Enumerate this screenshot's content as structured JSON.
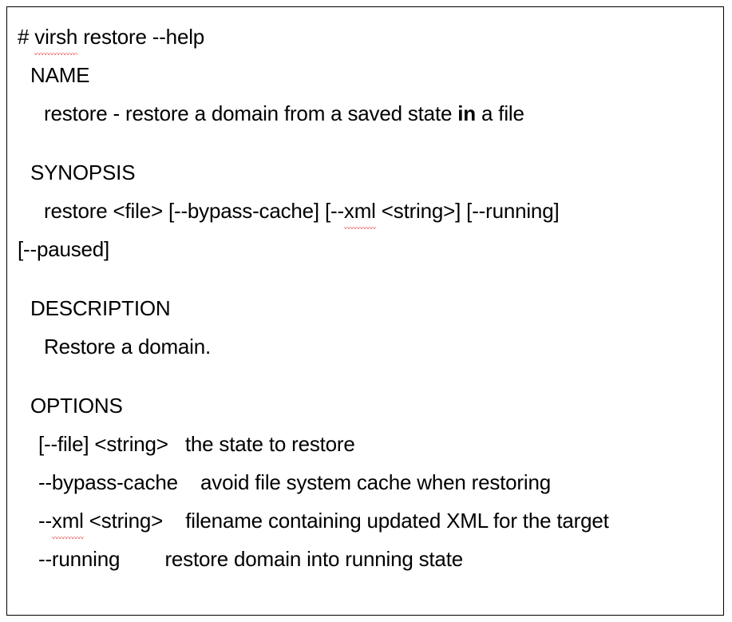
{
  "document": {
    "kind": "terminal-help-output",
    "border_color": "#000000",
    "background_color": "#ffffff",
    "text_color": "#000000",
    "spellcheck_underline_color": "#e02020"
  },
  "command_line": {
    "prompt": "#",
    "command": "virsh restore --help",
    "full": "# virsh restore --help",
    "misspelled_word": "virsh"
  },
  "sections": {
    "name": {
      "heading": "NAME",
      "body_prefix": "restore - restore a domain from a saved state ",
      "body_bold": "in",
      "body_suffix": " a file"
    },
    "synopsis": {
      "heading": "SYNOPSIS",
      "line_part_1": "restore <file> [--bypass-cache] [--",
      "line_misspelled": "xml",
      "line_part_2": " <string>] [--running]",
      "wrapped_line": "[--paused]"
    },
    "description": {
      "heading": "DESCRIPTION",
      "body": "Restore a domain."
    },
    "options": {
      "heading": "OPTIONS",
      "entries": [
        {
          "flag": "[--file] <string>",
          "gap": "   ",
          "description": "the state to restore",
          "misspelled": false
        },
        {
          "flag": "--bypass-cache",
          "gap": "    ",
          "description": "avoid file system cache when restoring",
          "misspelled": false
        },
        {
          "flag_prefix": "--",
          "flag_misspelled": "xml",
          "flag_suffix": " <string>",
          "gap": "    ",
          "description": "filename containing updated XML for the target",
          "misspelled": true
        },
        {
          "flag": "--running",
          "gap": "        ",
          "description": "restore domain into running state",
          "misspelled": false
        }
      ]
    }
  }
}
